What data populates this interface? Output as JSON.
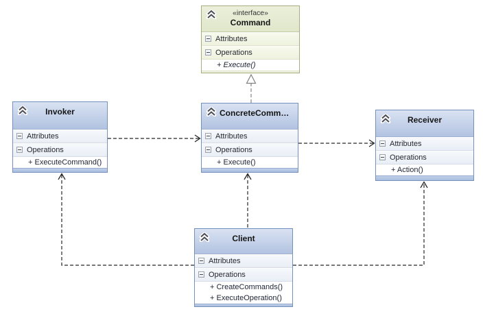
{
  "colors": {
    "class_border": "#7390bc",
    "class_header_top": "#d9e2f2",
    "class_header_bottom": "#b2c3e1",
    "interface_border": "#a6ac7d",
    "interface_header": "#e6ebd3",
    "dependency_connector": "#262626",
    "realization_connector": "#848484",
    "background": "#ffffff"
  },
  "classes": {
    "command": {
      "stereotype": "«interface»",
      "name": "Command",
      "attributes_label": "Attributes",
      "operations_label": "Operations",
      "operations": [
        "+ Execute()"
      ]
    },
    "invoker": {
      "name": "Invoker",
      "attributes_label": "Attributes",
      "operations_label": "Operations",
      "operations": [
        "+ ExecuteCommand()"
      ]
    },
    "concrete_command": {
      "name": "ConcreteComm…",
      "attributes_label": "Attributes",
      "operations_label": "Operations",
      "operations": [
        "+ Execute()"
      ]
    },
    "receiver": {
      "name": "Receiver",
      "attributes_label": "Attributes",
      "operations_label": "Operations",
      "operations": [
        "+ Action()"
      ]
    },
    "client": {
      "name": "Client",
      "attributes_label": "Attributes",
      "operations_label": "Operations",
      "operations": [
        "+ CreateCommands()",
        "+ ExecuteOperation()"
      ]
    }
  }
}
